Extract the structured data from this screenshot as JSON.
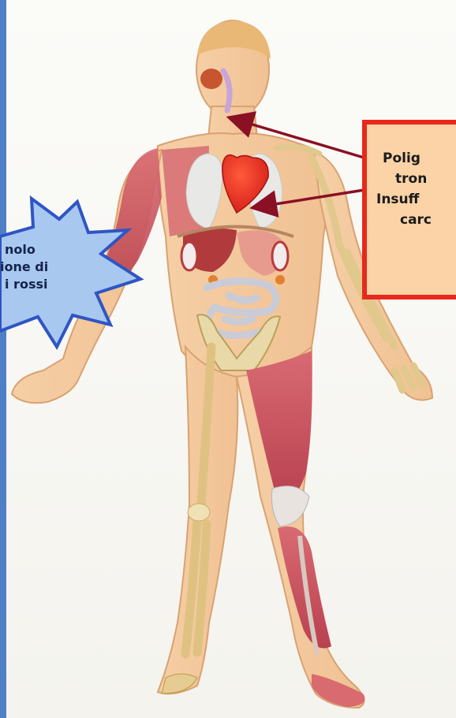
{
  "callout_right": {
    "lines": [
      "Polig",
      "tron",
      "Insuff",
      "carc"
    ]
  },
  "callout_left": {
    "lines": [
      "nolo",
      "ione di",
      "i rossi"
    ]
  },
  "colors": {
    "background": "#4f7fc4",
    "box_border": "#e8281c",
    "box_fill": "#fbd3a6",
    "burst_fill": "#a9c8f0",
    "burst_border": "#2f55c4",
    "arrow": "#8a1024"
  },
  "icons": [
    "human-body-anatomy-illustration",
    "heart-icon"
  ]
}
